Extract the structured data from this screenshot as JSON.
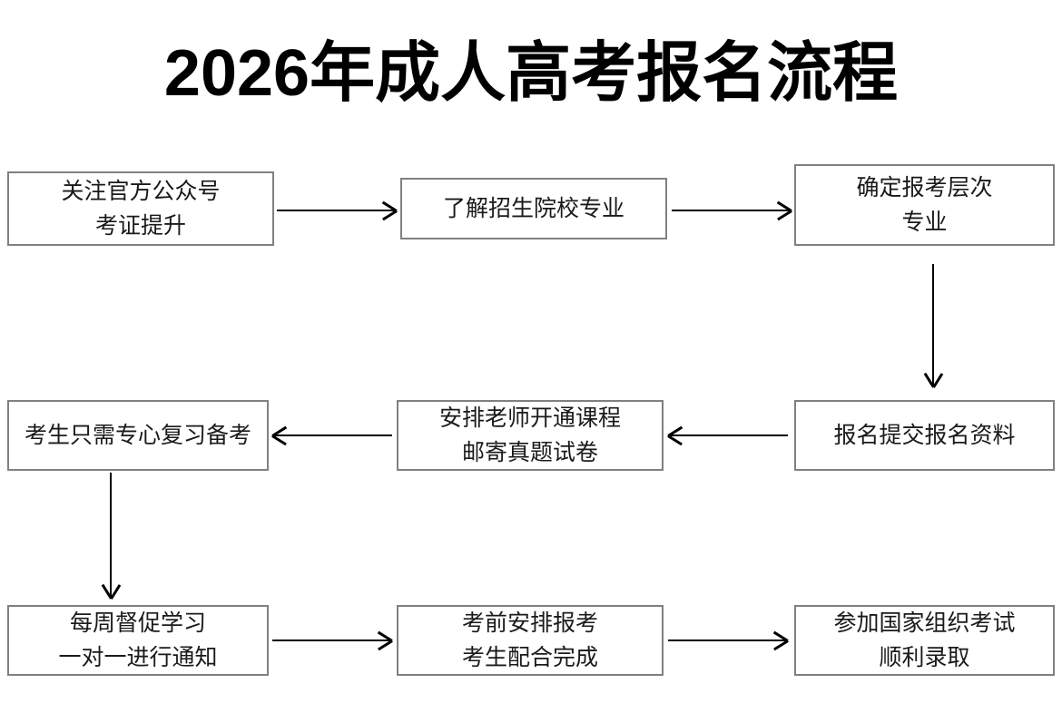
{
  "title": "2026年成人高考报名流程",
  "theme": {
    "background": "#ffffff",
    "box_border": "#808080",
    "box_fill": "#ffffff",
    "text": "#1a1a1a",
    "title_color": "#000000",
    "arrow": "#000000"
  },
  "flow": {
    "nodes": [
      {
        "id": "n1",
        "lines": [
          "关注官方公众号",
          "考证提升"
        ]
      },
      {
        "id": "n2",
        "lines": [
          "了解招生院校专业"
        ]
      },
      {
        "id": "n3",
        "lines": [
          "确定报考层次",
          "专业"
        ]
      },
      {
        "id": "n4",
        "lines": [
          "考生只需专心复习备考"
        ]
      },
      {
        "id": "n5",
        "lines": [
          "安排老师开通课程",
          "邮寄真题试卷"
        ]
      },
      {
        "id": "n6",
        "lines": [
          "报名提交报名资料"
        ]
      },
      {
        "id": "n7",
        "lines": [
          "每周督促学习",
          "一对一进行通知"
        ]
      },
      {
        "id": "n8",
        "lines": [
          "考前安排报考",
          "考生配合完成"
        ]
      },
      {
        "id": "n9",
        "lines": [
          "参加国家组织考试",
          "顺利录取"
        ]
      }
    ],
    "edges": [
      {
        "from": "n1",
        "to": "n2",
        "direction": "right"
      },
      {
        "from": "n2",
        "to": "n3",
        "direction": "right"
      },
      {
        "from": "n3",
        "to": "n6",
        "direction": "down"
      },
      {
        "from": "n6",
        "to": "n5",
        "direction": "left"
      },
      {
        "from": "n5",
        "to": "n4",
        "direction": "left"
      },
      {
        "from": "n4",
        "to": "n7",
        "direction": "down"
      },
      {
        "from": "n7",
        "to": "n8",
        "direction": "right"
      },
      {
        "from": "n8",
        "to": "n9",
        "direction": "right"
      }
    ]
  }
}
